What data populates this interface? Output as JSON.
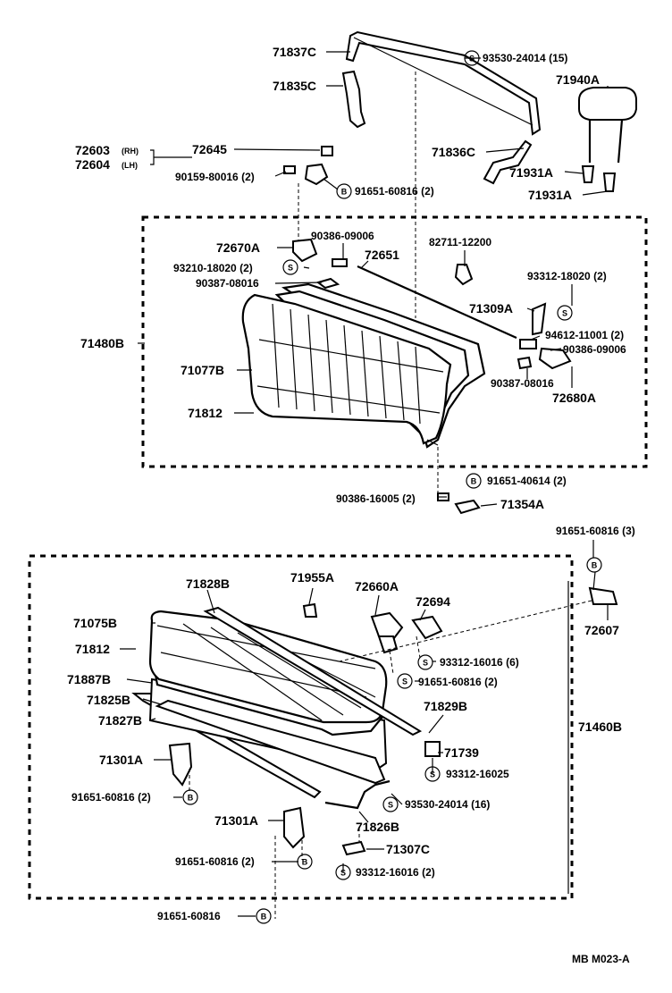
{
  "labels": {
    "p71837C": "71837C",
    "p71835C": "71835C",
    "p93530_24014": "93530-24014 (15)",
    "p71940A": "71940A",
    "p72603": "72603",
    "p72604": "72604",
    "rh": "(RH)",
    "lh": "(LH)",
    "p72645": "72645",
    "p71836C": "71836C",
    "p90159_80016": "90159-80016 (2)",
    "p91651_60816_a": "91651-60816 (2)",
    "p71931A_1": "71931A",
    "p71931A_2": "71931A",
    "p90386_09006_a": "90386-09006",
    "p82711_12200": "82711-12200",
    "p72670A": "72670A",
    "p72651": "72651",
    "p93210_18020": "93210-18020 (2)",
    "p93312_18020": "93312-18020 (2)",
    "p90387_08016_a": "90387-08016",
    "p71309A": "71309A",
    "p71480B": "71480B",
    "p94612_11001": "94612-11001 (2)",
    "p90386_09006_b": "90386-09006",
    "p71077B": "71077B",
    "p90387_08016_b": "90387-08016",
    "p72680A": "72680A",
    "p71812_a": "71812",
    "p91651_40614": "91651-40614 (2)",
    "p90386_16005": "90386-16005 (2)",
    "p71354A": "71354A",
    "p91651_60816_3": "91651-60816 (3)",
    "p71828B": "71828B",
    "p71955A": "71955A",
    "p72660A": "72660A",
    "p72694": "72694",
    "p72607": "72607",
    "p71075B": "71075B",
    "p71812_b": "71812",
    "p93312_16016_6": "93312-16016 (6)",
    "p91651_60816_b": "91651-60816 (2)",
    "p71887B": "71887B",
    "p71825B": "71825B",
    "p71829B": "71829B",
    "p71827B": "71827B",
    "p71460B": "71460B",
    "p71739": "71739",
    "p71301A_1": "71301A",
    "p93312_16025": "93312-16025",
    "p91651_60816_c": "91651-60816 (2)",
    "p93530_24014_16": "93530-24014 (16)",
    "p71301A_2": "71301A",
    "p71826B": "71826B",
    "p71307C": "71307C",
    "p91651_60816_d": "91651-60816 (2)",
    "p93312_16016_2": "93312-16016 (2)",
    "p91651_60816_e": "91651-60816",
    "footer": "MB  M023-A"
  },
  "symbols": {
    "s": "S",
    "b": "B"
  }
}
